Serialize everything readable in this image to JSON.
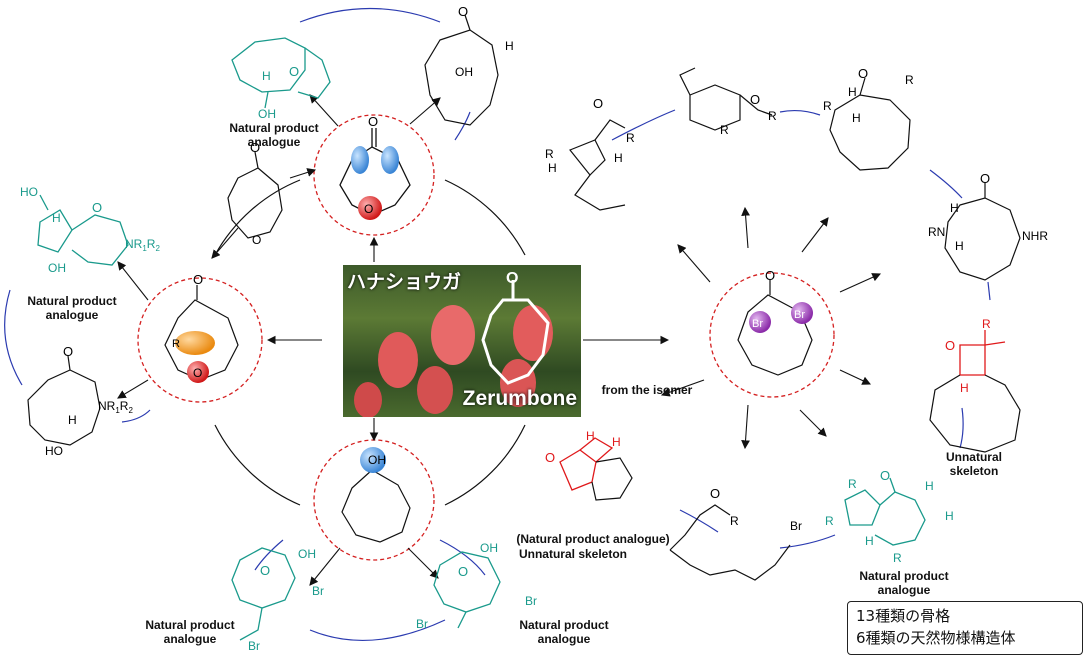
{
  "photo": {
    "title": "ハナショウガ",
    "name": "Zerumbone"
  },
  "labels": {
    "npa_top": [
      "Natural product",
      "analogue"
    ],
    "npa_left": [
      "Natural product",
      "analogue"
    ],
    "npa_bottom_left": [
      "Natural product",
      "analogue"
    ],
    "npa_bottom_mid": [
      "Natural product",
      "analogue"
    ],
    "npa_right": [
      "Natural product",
      "analogue"
    ],
    "from_isomer": "from the isomer",
    "npa_paren": "(Natural product analogue)",
    "unnatural_mid": "Unnatural skeleton",
    "unnatural_right": [
      "Unnatural",
      "skeleton"
    ]
  },
  "substituents": {
    "nr1r2": "NR",
    "r1": "1",
    "r2": "2",
    "r1r2n": "R",
    "nhr": "NHR",
    "rn": "RN",
    "r": "R",
    "br": "Br",
    "oh": "OH",
    "ho": "HO",
    "h": "H",
    "o": "O"
  },
  "summary": {
    "line1": "13種類の骨格",
    "line2": "6種類の天然物様構造体"
  },
  "colors": {
    "teal": "#1a9a8c",
    "red": "#e0191b",
    "blue_arc": "#2b3bb0",
    "dashed": "#d42020",
    "blue_ball": "#4a9ae0",
    "red_ball": "#e02020",
    "purple_ball": "#9b3ab5",
    "orange_ball": "#f0921e"
  }
}
